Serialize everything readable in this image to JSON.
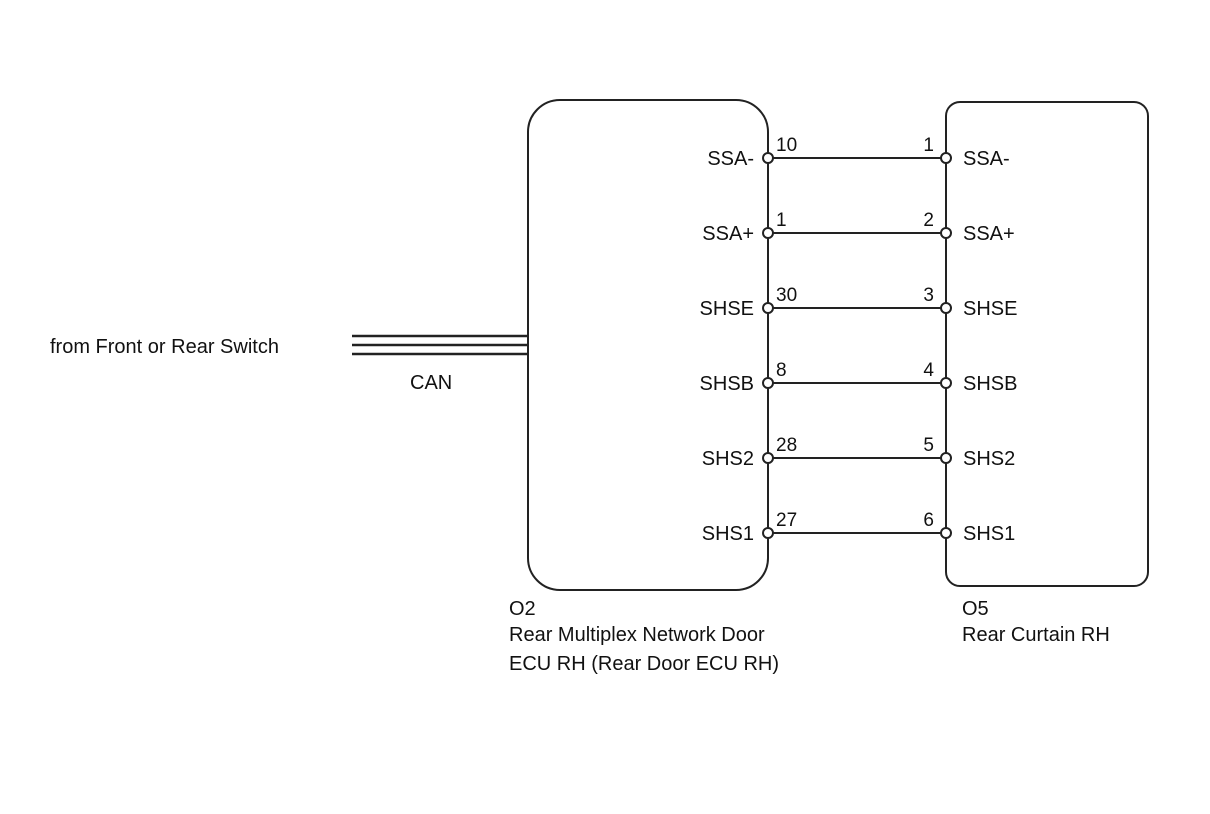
{
  "source_label": "from Front or Rear Switch",
  "bus_label": "CAN",
  "ecu": {
    "code": "O2",
    "name_line1": "Rear Multiplex Network Door",
    "name_line2": "ECU RH (Rear Door ECU RH)"
  },
  "curtain": {
    "code": "O5",
    "name": "Rear Curtain RH"
  },
  "connections": [
    {
      "ecu_signal": "SSA-",
      "ecu_pin": "10",
      "curtain_pin": "1",
      "curtain_signal": "SSA-"
    },
    {
      "ecu_signal": "SSA+",
      "ecu_pin": "1",
      "curtain_pin": "2",
      "curtain_signal": "SSA+"
    },
    {
      "ecu_signal": "SHSE",
      "ecu_pin": "30",
      "curtain_pin": "3",
      "curtain_signal": "SHSE"
    },
    {
      "ecu_signal": "SHSB",
      "ecu_pin": "8",
      "curtain_pin": "4",
      "curtain_signal": "SHSB"
    },
    {
      "ecu_signal": "SHS2",
      "ecu_pin": "28",
      "curtain_pin": "5",
      "curtain_signal": "SHS2"
    },
    {
      "ecu_signal": "SHS1",
      "ecu_pin": "27",
      "curtain_pin": "6",
      "curtain_signal": "SHS1"
    }
  ]
}
